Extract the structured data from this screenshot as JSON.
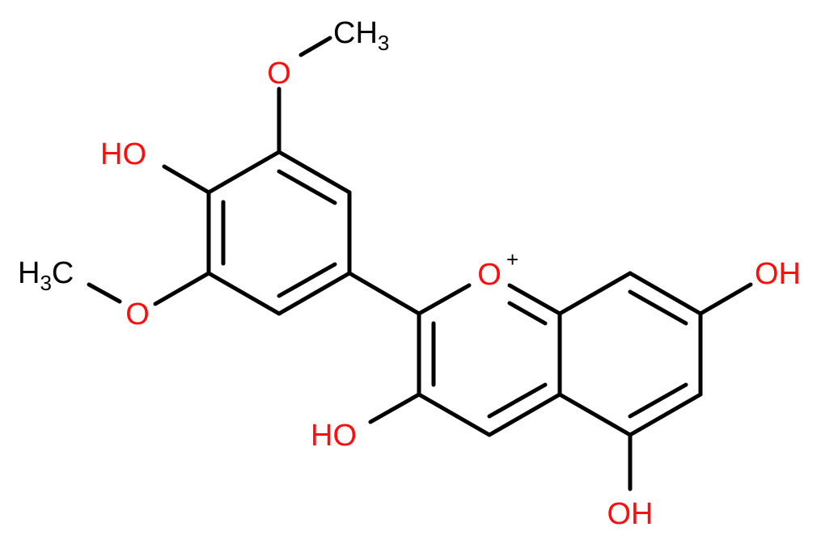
{
  "molecule": {
    "colors": {
      "bond": "#000000",
      "oxygen": "#ff0d0d",
      "carbon": "#000000"
    },
    "labels": {
      "top_methyl": {
        "main": "CH",
        "sub": "3"
      },
      "top_o": "O",
      "ho_4p": "HO",
      "left_methyl": {
        "main": "H",
        "sub": "3",
        "tail": "C"
      },
      "left_o": "O",
      "ring_o": "O",
      "ring_o_charge": "+",
      "oh_7": "OH",
      "ho_3": "HO",
      "oh_5": "OH"
    }
  }
}
